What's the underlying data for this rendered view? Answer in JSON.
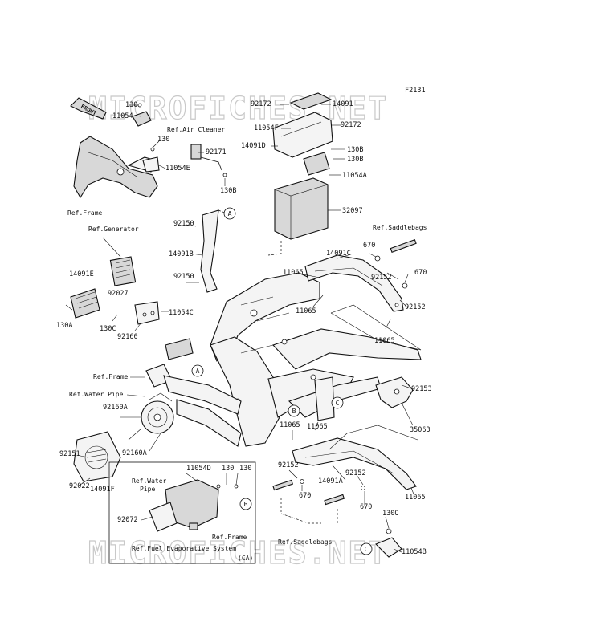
{
  "diagram_code": "F2131",
  "watermarks": [
    "MICROFICHES.NET",
    "MICROFICHES.NET"
  ],
  "front_arrow_label": "FRONT",
  "parts": {
    "p130_top": "130",
    "p11054": "11054",
    "p130_b": "130",
    "p11054E": "11054E",
    "p92171": "92171",
    "p130B_a": "130B",
    "p92172_a": "92172",
    "p14091": "14091",
    "p11054F": "11054F",
    "p92172_b": "92172",
    "p14091D": "14091D",
    "p130B_b": "130B",
    "p130B_c": "130B",
    "p11054A": "11054A",
    "p32097": "32097",
    "p92150_a": "92150",
    "p14091B": "14091B",
    "p92150_b": "92150",
    "p14091E": "14091E",
    "p92027": "92027",
    "p11054C": "11054C",
    "p130A": "130A",
    "p130C": "130C",
    "p92160": "92160",
    "p670_a": "670",
    "p14091C": "14091C",
    "p11065_a": "11065",
    "p92152_a": "92152",
    "p670_b": "670",
    "p92152_b": "92152",
    "p11065_b": "11065",
    "p11065_c": "11065",
    "p92153": "92153",
    "p35063": "35063",
    "p11065_d": "11065",
    "p11065_e": "11065",
    "p92160A_a": "92160A",
    "p92151": "92151",
    "p92160A_b": "92160A",
    "p92022": "92022",
    "p14091F": "14091F",
    "p92152_c": "92152",
    "p670_c": "670",
    "p14091A": "14091A",
    "p92152_d": "92152",
    "p670_d": "670",
    "p11065_f": "11065",
    "p11054D": "11054D",
    "p130_c": "130",
    "p130_d": "130",
    "p92072": "92072",
    "p130O": "130O",
    "p11054B": "11054B"
  },
  "refs": {
    "air_cleaner": "Ref.Air Cleaner",
    "frame_top": "Ref.Frame",
    "generator": "Ref.Generator",
    "frame_mid": "Ref.Frame",
    "water_pipe_a": "Ref.Water Pipe",
    "water_pipe_b_1": "Ref.Water",
    "water_pipe_b_2": "Pipe",
    "frame_box": "Ref.Frame",
    "fuel_evap": "Ref.Fuel Evaporative System",
    "saddlebags_top": "Ref.Saddlebags",
    "saddlebags_bottom": "Ref.Saddlebags",
    "ca_tag": "(CA)"
  },
  "callouts": {
    "A": "A",
    "B": "B",
    "C": "C"
  }
}
